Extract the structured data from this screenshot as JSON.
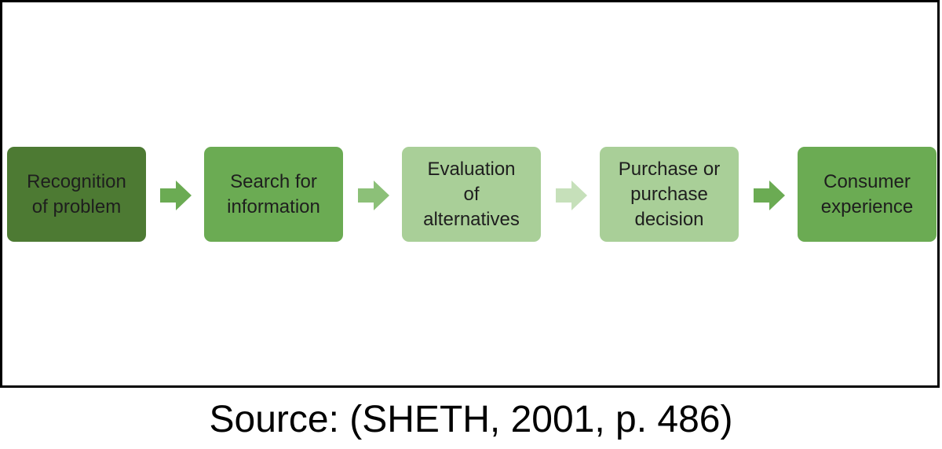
{
  "steps": [
    {
      "label": "Recognition\nof  problem",
      "color": "#4d7a33"
    },
    {
      "label": "Search for\ninformation",
      "color": "#6bab53"
    },
    {
      "label": "Evaluation\nof\nalternatives",
      "color": "#a9cf98"
    },
    {
      "label": "Purchase or\npurchase\ndecision",
      "color": "#a9cf98"
    },
    {
      "label": "Consumer\nexperience",
      "color": "#6bab53"
    }
  ],
  "arrows": [
    {
      "icon": "right-arrow-icon",
      "color": "#6bab53"
    },
    {
      "icon": "right-arrow-icon",
      "color": "#8cc078"
    },
    {
      "icon": "right-arrow-icon",
      "color": "#c6e0ba"
    },
    {
      "icon": "right-arrow-icon",
      "color": "#6bab53"
    }
  ],
  "caption": "Source: (SHETH, 2001, p. 486)"
}
